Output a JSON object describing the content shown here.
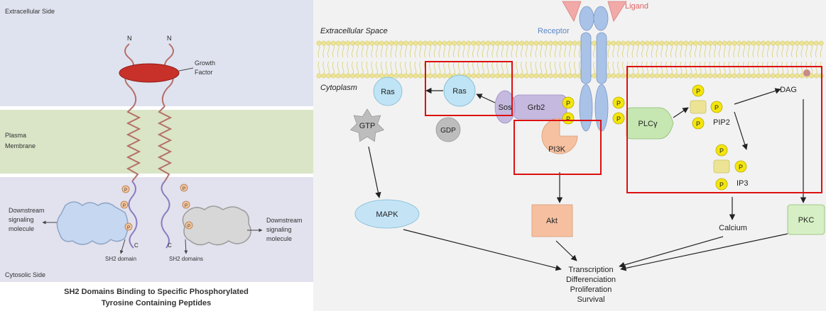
{
  "left_panel": {
    "zones": {
      "extracellular": "Extracellular Side",
      "membrane_line1": "Plasma",
      "membrane_line2": "Membrane",
      "cytosolic": "Cytosolic Side"
    },
    "terminal_n": "N",
    "terminal_c": "C",
    "growth_factor_line1": "Growth",
    "growth_factor_line2": "Factor",
    "phospho": "P",
    "downstream_line1": "Downstream",
    "downstream_line2": "signaling",
    "downstream_line3": "molecule",
    "sh2_domain": "SH2 domain",
    "sh2_domains": "SH2 domains",
    "caption_line1": "SH2 Domains Binding to Specific Phosphorylated",
    "caption_line2": "Tyrosine Containing Peptides"
  },
  "right_panel": {
    "extracellular_space": "Extracellular Space",
    "cytoplasm": "Cytoplasm",
    "receptor": "Receptor",
    "ligand": "Ligand",
    "ras": "Ras",
    "gtp": "GTP",
    "gdp": "GDP",
    "sos": "Sos",
    "grb2": "Grb2",
    "phospho": "P",
    "pi3k": "PI3K",
    "plc": "PLCγ",
    "pip2": "PIP2",
    "ip3": "IP3",
    "dag": "DAG",
    "mapk": "MAPK",
    "akt": "Akt",
    "calcium": "Calcium",
    "pkc": "PKC",
    "outcomes": [
      "Transcription",
      "Differenciation",
      "Proliferation",
      "Survival"
    ]
  },
  "colors": {
    "extracellular_bg": "#dfe3ef",
    "membrane_bg": "#d9e5c6",
    "cytosolic_bg": "#e2e1ee",
    "growth_factor": "#c8302a",
    "chain": "#b5706a",
    "sh2": "#8a7dbf",
    "phospho_fill": "#f3c39a",
    "lipid_head": "#ece494",
    "receptor": "#a9c2e8",
    "ligand": "#f2aaa8",
    "ras": "#bfe4f5",
    "gtp": "#bdbdbd",
    "grb2": "#c6b9df",
    "phospho_yellow": "#f4e60d",
    "pi3k": "#f5c1a0",
    "plc": "#c6e6b2",
    "mapk": "#c4e4f6",
    "akt": "#f6c0a0",
    "pkc": "#d6efc4",
    "highlight": "#dd1010"
  }
}
